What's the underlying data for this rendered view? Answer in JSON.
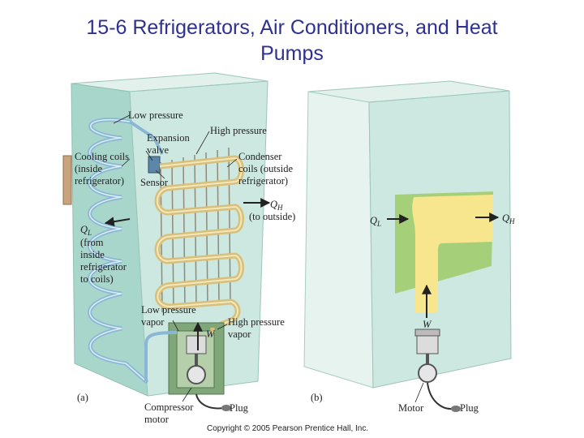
{
  "title": {
    "line1": "15-6 Refrigerators, Air Conditioners, and Heat",
    "line2": "Pumps"
  },
  "figure_a": {
    "panel_label": "(a)",
    "low_pressure": "Low pressure",
    "high_pressure": "High pressure",
    "expansion_valve": [
      "Expansion",
      "valve"
    ],
    "cooling_coils": [
      "Cooling coils",
      "(inside",
      "refrigerator)"
    ],
    "sensor": "Sensor",
    "condenser_coils": [
      "Condenser",
      "coils (outside",
      "refrigerator)"
    ],
    "qh": "Q",
    "qh_sub": "H",
    "qh_note": "(to outside)",
    "ql": "Q",
    "ql_sub": "L",
    "ql_note": [
      "(from",
      "inside",
      "refrigerator",
      "to coils)"
    ],
    "low_pressure_vapor": [
      "Low pressure",
      "vapor"
    ],
    "high_pressure_vapor": [
      "High pressure",
      "vapor"
    ],
    "w": "W",
    "compressor_motor": [
      "Compressor",
      "motor"
    ],
    "plug": "Plug"
  },
  "figure_b": {
    "panel_label": "(b)",
    "ql": "Q",
    "ql_sub": "L",
    "qh": "Q",
    "qh_sub": "H",
    "w": "W",
    "motor": "Motor",
    "plug": "Plug"
  },
  "copyright": "Copyright © 2005 Pearson Prentice Hall, Inc.",
  "colors": {
    "title": "#2e3192",
    "cabinet_front": "#cde8e0",
    "cabinet_side": "#a9d6cb",
    "cabinet_top": "#e2f1ec",
    "coil_blue": "#8ab7d6",
    "coil_tan": "#d8c07a",
    "heat_yellow": "#f7e68e",
    "heat_green": "#a6cf7a",
    "motor_green": "#7fa77a"
  }
}
